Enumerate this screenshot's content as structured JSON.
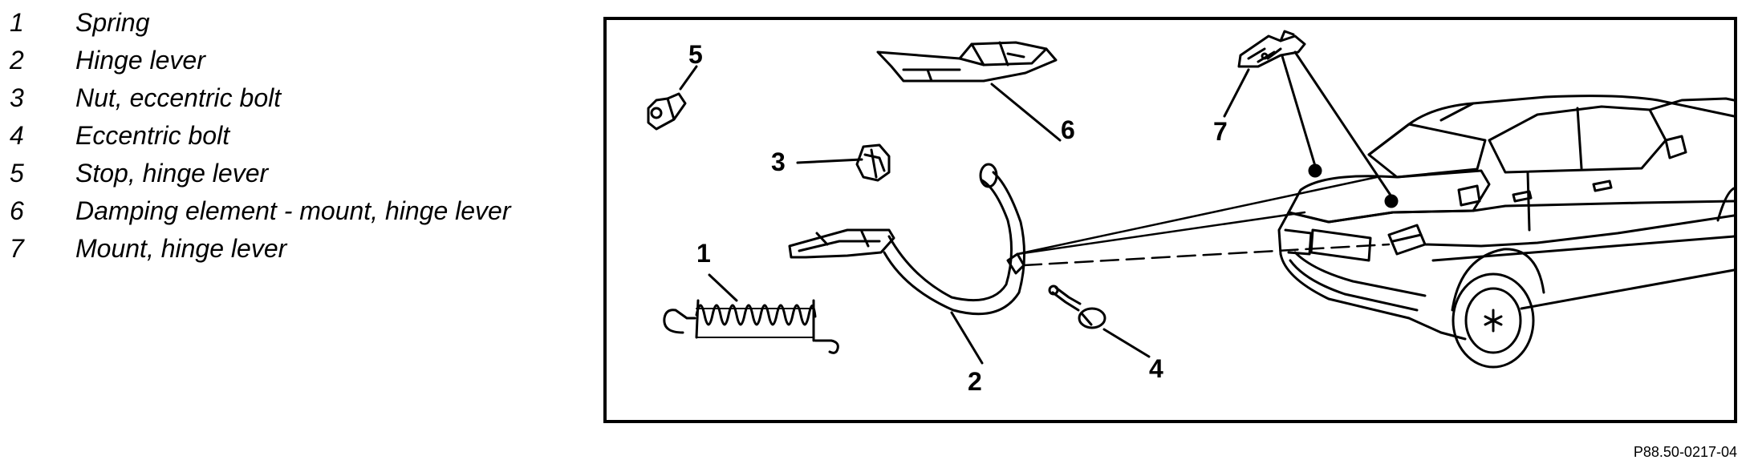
{
  "legend": [
    {
      "num": "1",
      "label": "Spring"
    },
    {
      "num": "2",
      "label": "Hinge lever"
    },
    {
      "num": "3",
      "label": "Nut, eccentric bolt"
    },
    {
      "num": "4",
      "label": "Eccentric bolt"
    },
    {
      "num": "5",
      "label": "Stop, hinge lever"
    },
    {
      "num": "6",
      "label": "Damping element - mount, hinge lever"
    },
    {
      "num": "7",
      "label": "Mount, hinge lever"
    }
  ],
  "callouts": {
    "c1": "1",
    "c2": "2",
    "c3": "3",
    "c4": "4",
    "c5": "5",
    "c6": "6",
    "c7": "7"
  },
  "reference": "P88.50-0217-04"
}
